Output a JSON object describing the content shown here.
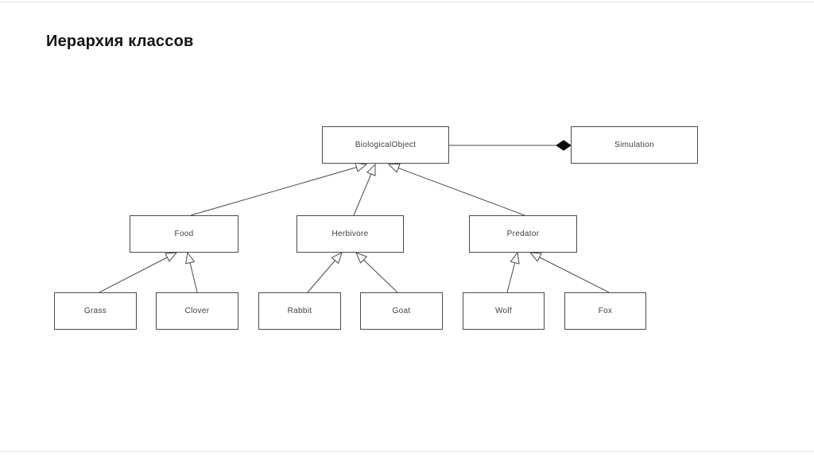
{
  "page": {
    "title": "Иерархия классов"
  },
  "diagram": {
    "type": "uml-class-hierarchy",
    "nodes": {
      "biologicalObject": {
        "label": "BiologicalObject"
      },
      "simulation": {
        "label": "Simulation"
      },
      "food": {
        "label": "Food"
      },
      "herbivore": {
        "label": "Herbivore"
      },
      "predator": {
        "label": "Predator"
      },
      "grass": {
        "label": "Grass"
      },
      "clover": {
        "label": "Clover"
      },
      "rabbit": {
        "label": "Rabbit"
      },
      "goat": {
        "label": "Goat"
      },
      "wolf": {
        "label": "Wolf"
      },
      "fox": {
        "label": "Fox"
      }
    },
    "relations": [
      {
        "type": "inheritance",
        "from": "Food",
        "to": "BiologicalObject"
      },
      {
        "type": "inheritance",
        "from": "Herbivore",
        "to": "BiologicalObject"
      },
      {
        "type": "inheritance",
        "from": "Predator",
        "to": "BiologicalObject"
      },
      {
        "type": "inheritance",
        "from": "Grass",
        "to": "Food"
      },
      {
        "type": "inheritance",
        "from": "Clover",
        "to": "Food"
      },
      {
        "type": "inheritance",
        "from": "Rabbit",
        "to": "Herbivore"
      },
      {
        "type": "inheritance",
        "from": "Goat",
        "to": "Herbivore"
      },
      {
        "type": "inheritance",
        "from": "Wolf",
        "to": "Predator"
      },
      {
        "type": "inheritance",
        "from": "Fox",
        "to": "Predator"
      },
      {
        "type": "composition",
        "owner": "Simulation",
        "part": "BiologicalObject"
      }
    ],
    "colors": {
      "line": "#4a4a4a",
      "box_fill": "#ffffff",
      "text": "#3d3d3d",
      "diamond_fill": "#0d0d0d"
    }
  }
}
